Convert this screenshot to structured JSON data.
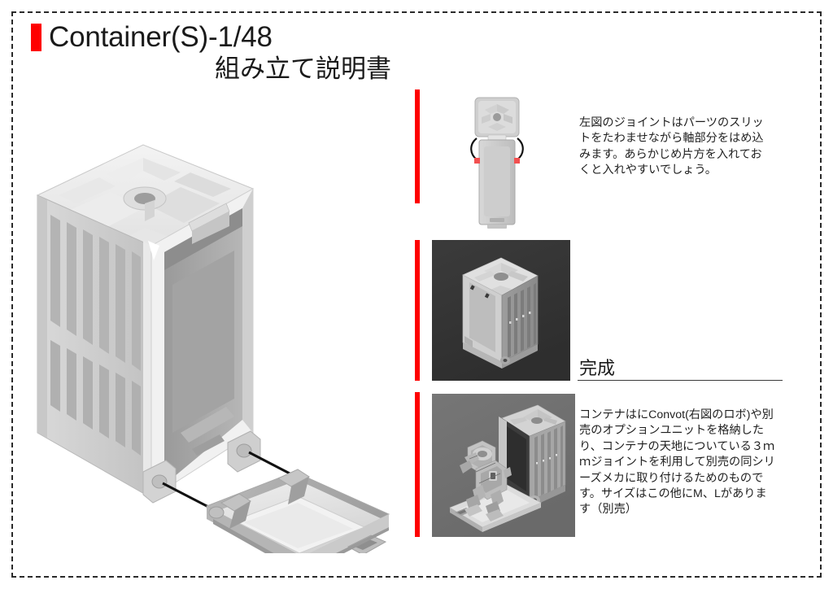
{
  "document": {
    "title": "Container(S)-1/48",
    "subtitle": "組み立て説明書",
    "accent_color": "#fe0000",
    "border_style": "dashed",
    "background": "#ffffff"
  },
  "sections": [
    {
      "id": "joint-step",
      "marker": "red-vertical-bar",
      "panel_background": "#ffffff",
      "figure": "joint-part-exploded-diagram",
      "text": "左図のジョイントはパーツのスリットをたわませながら軸部分をはめ込みます。あらかじめ片方を入れておくと入れやすいでしょう。"
    },
    {
      "id": "finished-step",
      "marker": "red-vertical-bar",
      "panel_background": "#3a3a3a",
      "figure": "completed-container-render",
      "label": "完成"
    },
    {
      "id": "usage-step",
      "marker": "red-vertical-bar",
      "panel_background": "#707070",
      "figure": "container-with-robot-render",
      "text": "コンテナはにConvot(右図のロボ)や別売のオプションユニットを格納したり、コンテナの天地についている３ｍｍジョイントを利用して別売の同シリーズメカに取り付けるためのものです。サイズはこの他にM、Lがあります（別売）"
    }
  ],
  "main_illustration": {
    "name": "container-body-and-ramp-door-assembly",
    "description": "open container shell with detached ramp door"
  }
}
